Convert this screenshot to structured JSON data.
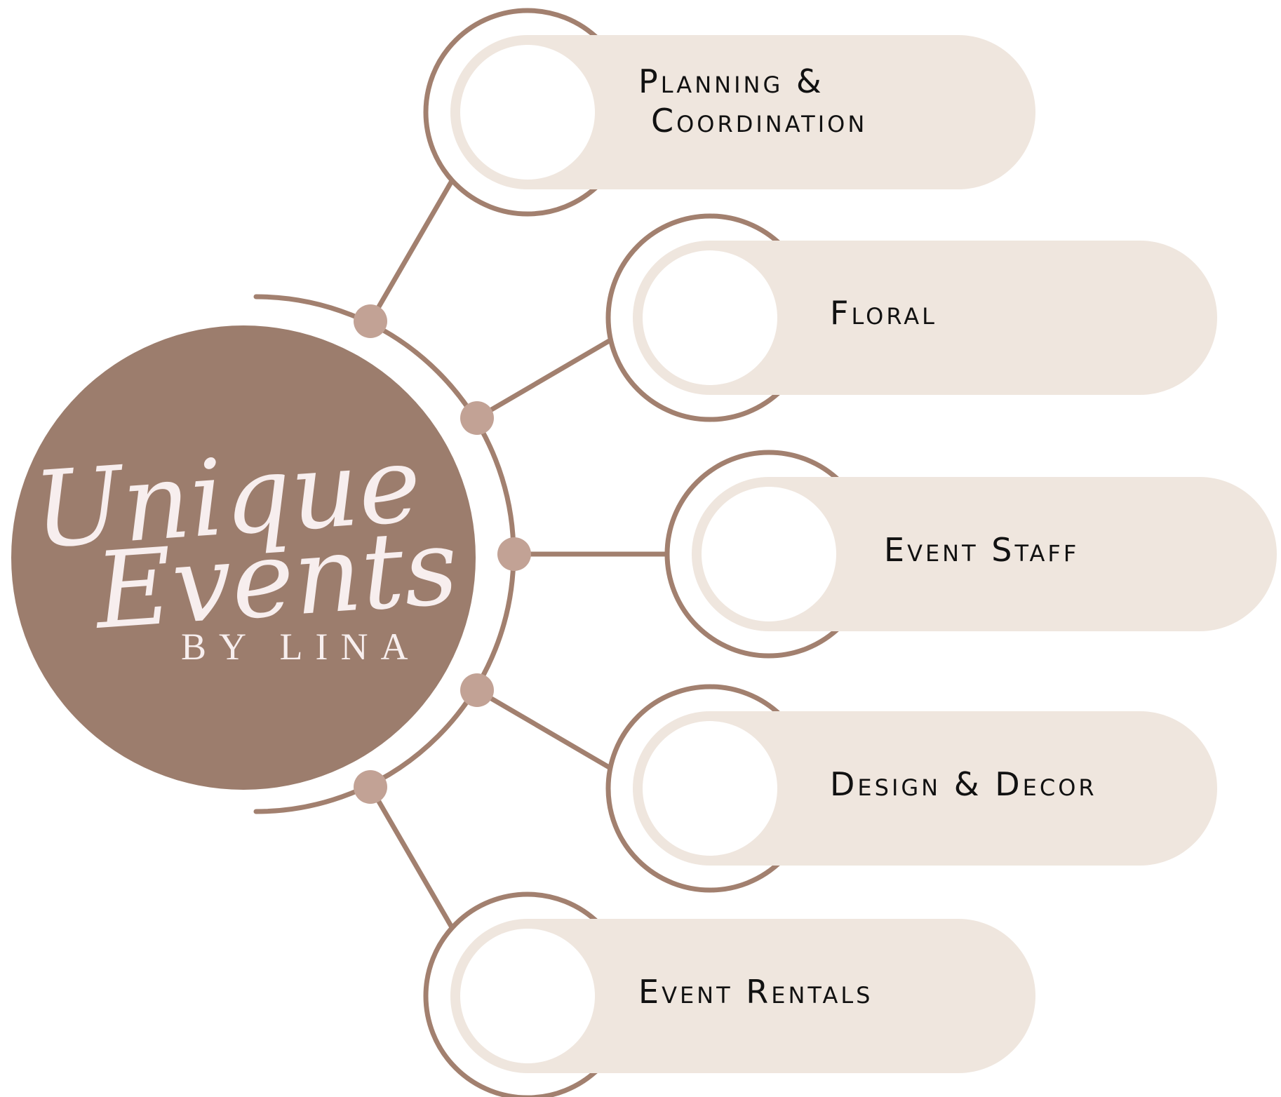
{
  "colors": {
    "brand_brown": "#9c7d6d",
    "line_brown": "#a2806f",
    "node_dot": "#c2a295",
    "pill_fill": "#efe6de",
    "inner_circle": "#ffffff",
    "logo_text": "#f7eeee",
    "label_text": "#111111",
    "background": "#ffffff"
  },
  "logo": {
    "script_line_1": "Unique",
    "script_line_2": "Events",
    "byline": "BY LINA"
  },
  "services": [
    {
      "id": "planning",
      "label_lines": [
        "Planning &",
        "Coordination"
      ]
    },
    {
      "id": "floral",
      "label_lines": [
        "Floral"
      ]
    },
    {
      "id": "staff",
      "label_lines": [
        "Event Staff"
      ]
    },
    {
      "id": "design",
      "label_lines": [
        "Design & Decor"
      ]
    },
    {
      "id": "rentals",
      "label_lines": [
        "Event Rentals"
      ]
    }
  ]
}
